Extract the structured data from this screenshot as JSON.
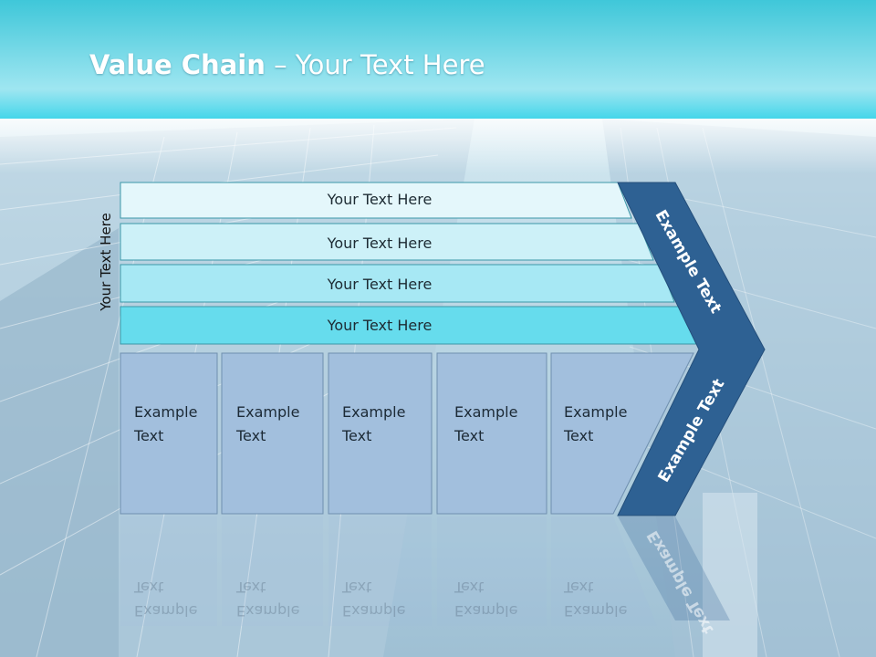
{
  "slide": {
    "title_bold": "Value Chain",
    "title_rest": " – Your Text Here",
    "side_label": "Your Text Here",
    "bars": [
      {
        "label": "Your Text Here",
        "color": "#e4f7fb"
      },
      {
        "label": "Your Text Here",
        "color": "#cdf1f8"
      },
      {
        "label": "Your Text Here",
        "color": "#a7e8f4"
      },
      {
        "label": "Your Text Here",
        "color": "#66dced"
      }
    ],
    "boxes": [
      {
        "line1": "Example",
        "line2": "Text"
      },
      {
        "line1": "Example",
        "line2": "Text"
      },
      {
        "line1": "Example",
        "line2": "Text"
      },
      {
        "line1": "Example",
        "line2": "Text"
      },
      {
        "line1": "Example",
        "line2": "Text"
      }
    ],
    "arrow_top": "Example Text",
    "arrow_bottom": "Example Text",
    "colors": {
      "header": "#3fd4e8",
      "box_fill": "#a2bfdd",
      "arrow_fill": "#2e6193"
    }
  }
}
